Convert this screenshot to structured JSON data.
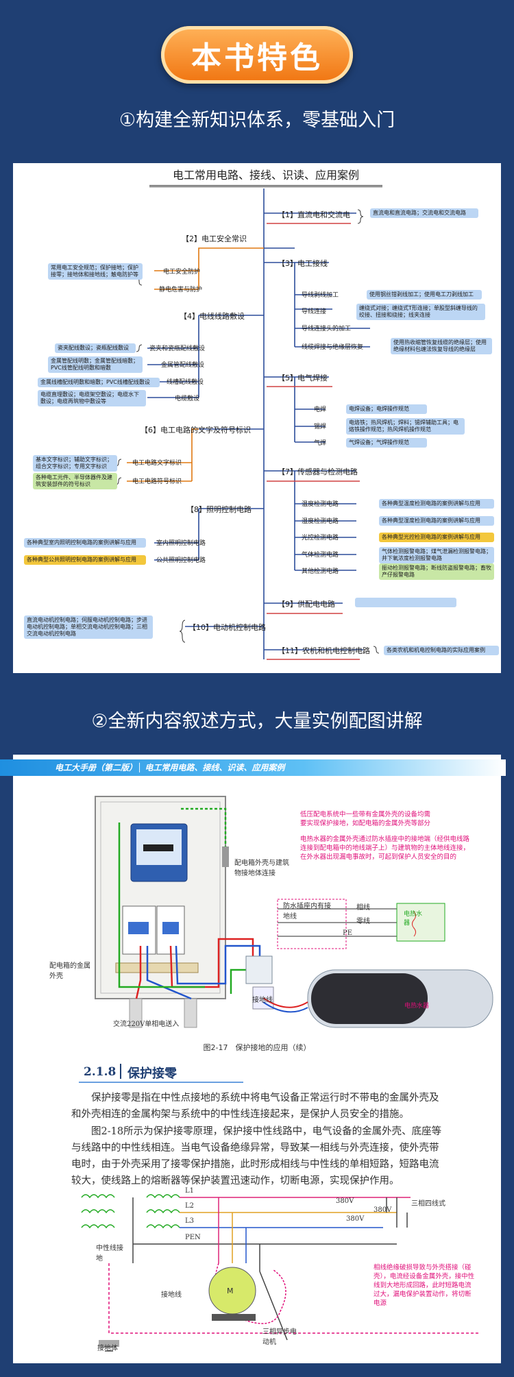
{
  "badge": "本书特色",
  "section1_title": "①构建全新知识体系，零基础入门",
  "section2_title": "②全新内容叙述方式，大量实例配图讲解",
  "mindmap": {
    "title": "电工常用电路、接线、识读、应用案例",
    "r1": "【1】直流电和交流电",
    "r1_box": "直流电和直流电路；交流电和交流电路",
    "l2": "【2】电工安全常识",
    "l2_a": "电工安全防护",
    "l2_a_box": "常用电工安全规范；保护接地；保护接零；接地体和接地线；触电防护等",
    "l2_b": "静电危害与防护",
    "r3": "【3】电工接线",
    "r3_a": "导线剥线加工",
    "r3_a_box": "使用钢丝钳剥线加工；使用电工刀剥线加工",
    "r3_b": "导线连接",
    "r3_b_box": "缠绕式对接；缠绕式T形连接；单股型斜缠导线的绞接、扭接和绕接；线夹连接",
    "r3_c": "导线连接头的加工",
    "r3_d": "线缆焊接与绝缘层恢复",
    "r3_d_box": "使用热收缩管恢复线缆的绝缘层；使用绝缘材料包缠法恢复导线的绝缘层",
    "l4": "【4】电线线路敷设",
    "l4_a": "瓷夹和瓷瓶配线敷设",
    "l4_a_box": "瓷夹配线敷设；瓷瓶配线敷设",
    "l4_b": "金属管配线敷设",
    "l4_b_box": "金属管配线明敷；金属管配线暗敷；PVC线管配线明敷和暗敷",
    "l4_c": "线槽配线敷设",
    "l4_c_box": "金属线槽配线明敷和暗敷；PVC线槽配线敷设",
    "l4_d": "电缆敷设",
    "l4_d_box": "电缆直埋敷设；电缆架空敷设；电缆水下敷设；电缆再筑物中敷设等",
    "r5": "【5】电气焊接",
    "r5_a": "电焊",
    "r5_a_box": "电焊设备；电焊操作规范",
    "r5_b": "锡焊",
    "r5_b_box": "电烙铁；热风焊机；焊料；锡焊辅助工具；电烙铁操作规范；热风焊机操作规范",
    "r5_c": "气焊",
    "r5_c_box": "气焊设备；气焊操作规范",
    "l6": "【6】电工电路的文字及符号标识",
    "l6_a": "电工电路文字标识",
    "l6_a_box": "基本文字标识；辅助文字标识；组合文字标识；专用文字标识",
    "l6_b": "电工电路符号标识",
    "l6_b_box": "各种电工元件、半导体器件及建筑安装部件的符号标识",
    "r7": "【7】传感器与检测电路",
    "r7_a": "温度检测电路",
    "r7_a_box": "各种典型温度检测电路的案例讲解与应用",
    "r7_b": "湿度检测电路",
    "r7_b_box": "各种典型湿度检测电路的案例讲解与应用",
    "r7_c": "光控检测电路",
    "r7_c_box": "各种典型光控检测电路的案例讲解与应用",
    "r7_d": "气体检测电路",
    "r7_d_box": "气体检测报警电路；煤气泄漏检测报警电路；井下氧浓度检测报警电路",
    "r7_e": "其他检测电路",
    "r7_e_box": "振动检测报警电路；断线防盗报警电路；畜牧产仔报警电路",
    "l8": "【8】照明控制电路",
    "l8_a": "室内照明控制电路",
    "l8_a_box": "各种典型室内照明控制电路的案例讲解与应用",
    "l8_b": "公共照明控制电路",
    "l8_b_box": "各种典型公共照明控制电路的案例讲解与应用",
    "r9": "【9】供配电电路",
    "l10": "【10】电动机控制电路",
    "l10_box": "直流电动机控制电路；伺服电动机控制电路；步进电动机控制电路；单相交流电动机控制电路；三相交流电动机控制电路",
    "r11": "【11】农机和机电控制电路",
    "r11_box": "各类农机和机电控制电路的实际应用案例"
  },
  "page": {
    "header": "电工大手册（第二版）│ 电工常用电路、接线、识读、应用案例",
    "note1": "低压配电系统中一些带有金属外壳的设备均需要实现保护接地，如配电箱的金属外壳等部分",
    "note2": "电热水器的金属外壳通过防水插座中的接地端（经供电线路连接到配电箱中的地线端子上）与建筑物的主体地线连接，在外水器出现漏电事故时，可起到保护人员安全的目的",
    "label_box_ground": "配电箱外壳与建筑物接地体连接",
    "label_socket": "防水插座内有接地线",
    "label_phase": "相线",
    "label_neutral": "零线",
    "label_pe": "PE",
    "label_heater_small": "电热水器",
    "label_heater": "电热水器",
    "label_shell": "配电箱的金属外壳",
    "label_ground_wire": "接地线",
    "label_in": "交流220V单相电送入",
    "fig_caption": "图2-17　保护接地的应用（续）",
    "sec_num": "2.1.8",
    "sec_title": "保护接零",
    "p1": "保护接零是指在中性点接地的系统中将电气设备正常运行时不带电的金属外壳及和外壳相连的金属构架与系统中的中性线连接起来，是保护人员安全的措施。",
    "p2": "图2-18所示为保护接零原理，保护接中性线路中，电气设备的金属外壳、底座等与线路中的中性线相连。当电气设备绝缘异常，导致某一相线与外壳连接，使外壳带电时，由于外壳采用了接零保护措施，此时形成相线与中性线的单相短路，短路电流较大，使线路上的熔断器等保护装置迅速动作，切断电源，实现保护作用。",
    "L1": "L1",
    "L2": "L2",
    "L3": "L3",
    "PEN": "PEN",
    "v1": "380V",
    "v2": "380V",
    "v3": "380V",
    "three_phase": "三相四线式",
    "neutral_ground": "中性线接地",
    "ground_wire2": "接地线",
    "ground_body": "接地体",
    "motor": "三相异步电动机",
    "note3": "相线绝缘破损导致与外壳搭接（碰壳），电流经设备金属外壳，接中性线到大地形成回路，此时短路电流过大，漏电保护装置动作，将切断电源"
  }
}
